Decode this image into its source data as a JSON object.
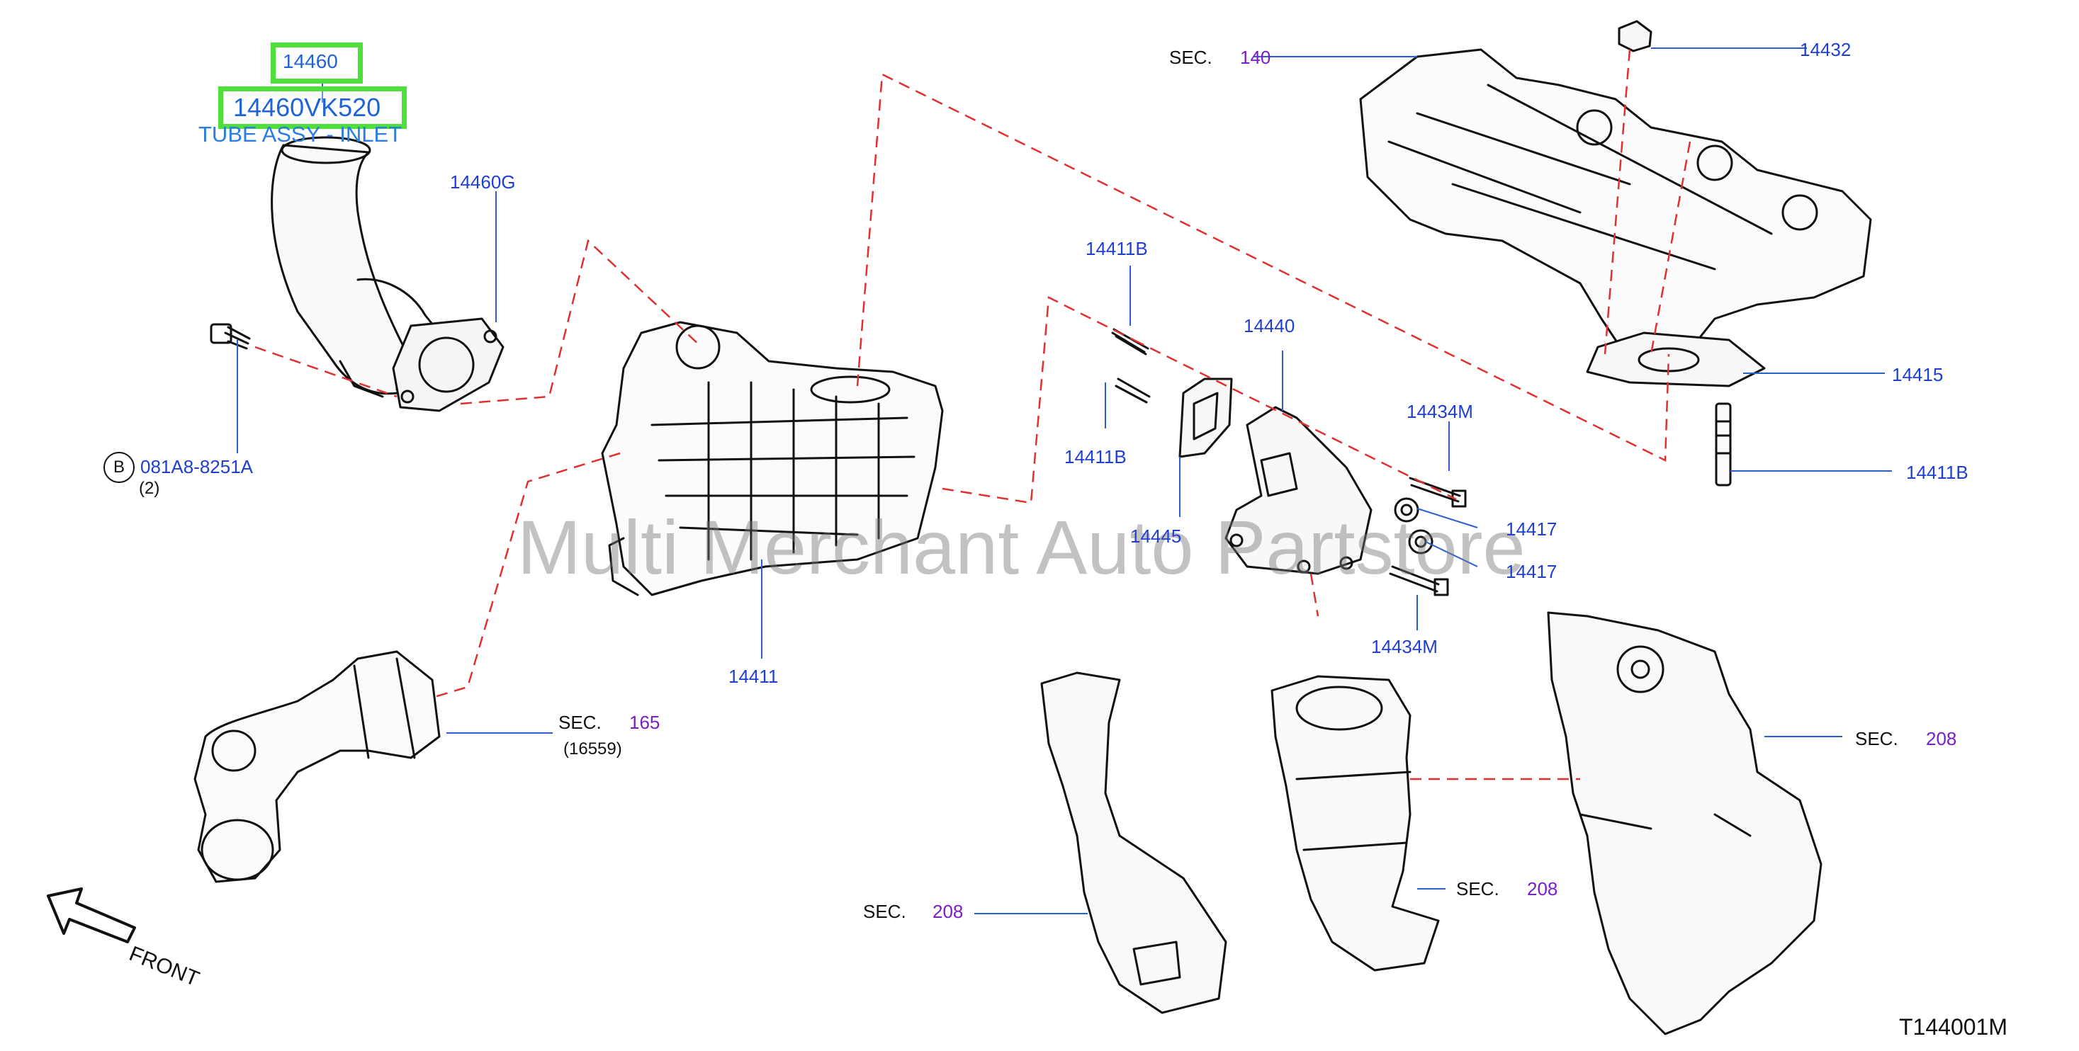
{
  "highlight": {
    "part_number": "14460",
    "full_part_number": "14460VK520",
    "description": "TUBE ASSY - INLET",
    "accent_color": "#4ddf3a"
  },
  "callouts": {
    "c14460G": "14460G",
    "c14411": "14411",
    "c14411B_a": "14411B",
    "c14411B_b": "14411B",
    "c14411B_c": "14411B",
    "c14440": "14440",
    "c14445": "14445",
    "c14434M_a": "14434M",
    "c14434M_b": "14434M",
    "c14417_a": "14417",
    "c14417_b": "14417",
    "c14432": "14432",
    "c14415": "14415",
    "bolt_code": "081A8-8251A",
    "bolt_circle": "B",
    "bolt_qty": "(2)"
  },
  "sections": {
    "sec_label": "SEC.",
    "s140": "140",
    "s165": "165",
    "s165_sub": "(16559)",
    "s208_a": "208",
    "s208_b": "208",
    "s208_c": "208"
  },
  "front_label": "FRONT",
  "watermark": "Multi Merchant Auto Partstore",
  "diagram_code": "T144001M",
  "colors": {
    "callout": "#1f3fd0",
    "section_number": "#7a1fc7",
    "highlight_text": "#1f63d6",
    "dashed_line": "#e03030",
    "leader_line": "#2b5fd0"
  }
}
